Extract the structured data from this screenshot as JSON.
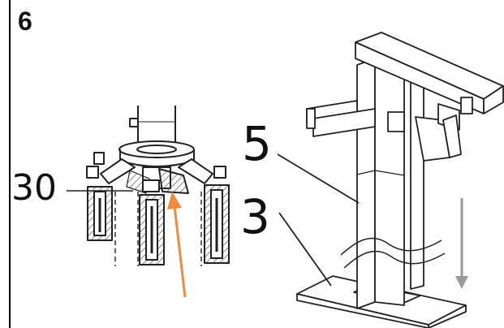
{
  "step": {
    "number": "6"
  },
  "callouts": {
    "c30": "30",
    "c5": "5",
    "c3": "3"
  },
  "colors": {
    "line": "#222222",
    "hatch": "#555555",
    "accent_arrow": "#f08a3c",
    "direction_arrow": "#9a9a9a"
  },
  "icons": {
    "indicator": "up-arrow-icon",
    "motion": "down-arrow-icon"
  }
}
